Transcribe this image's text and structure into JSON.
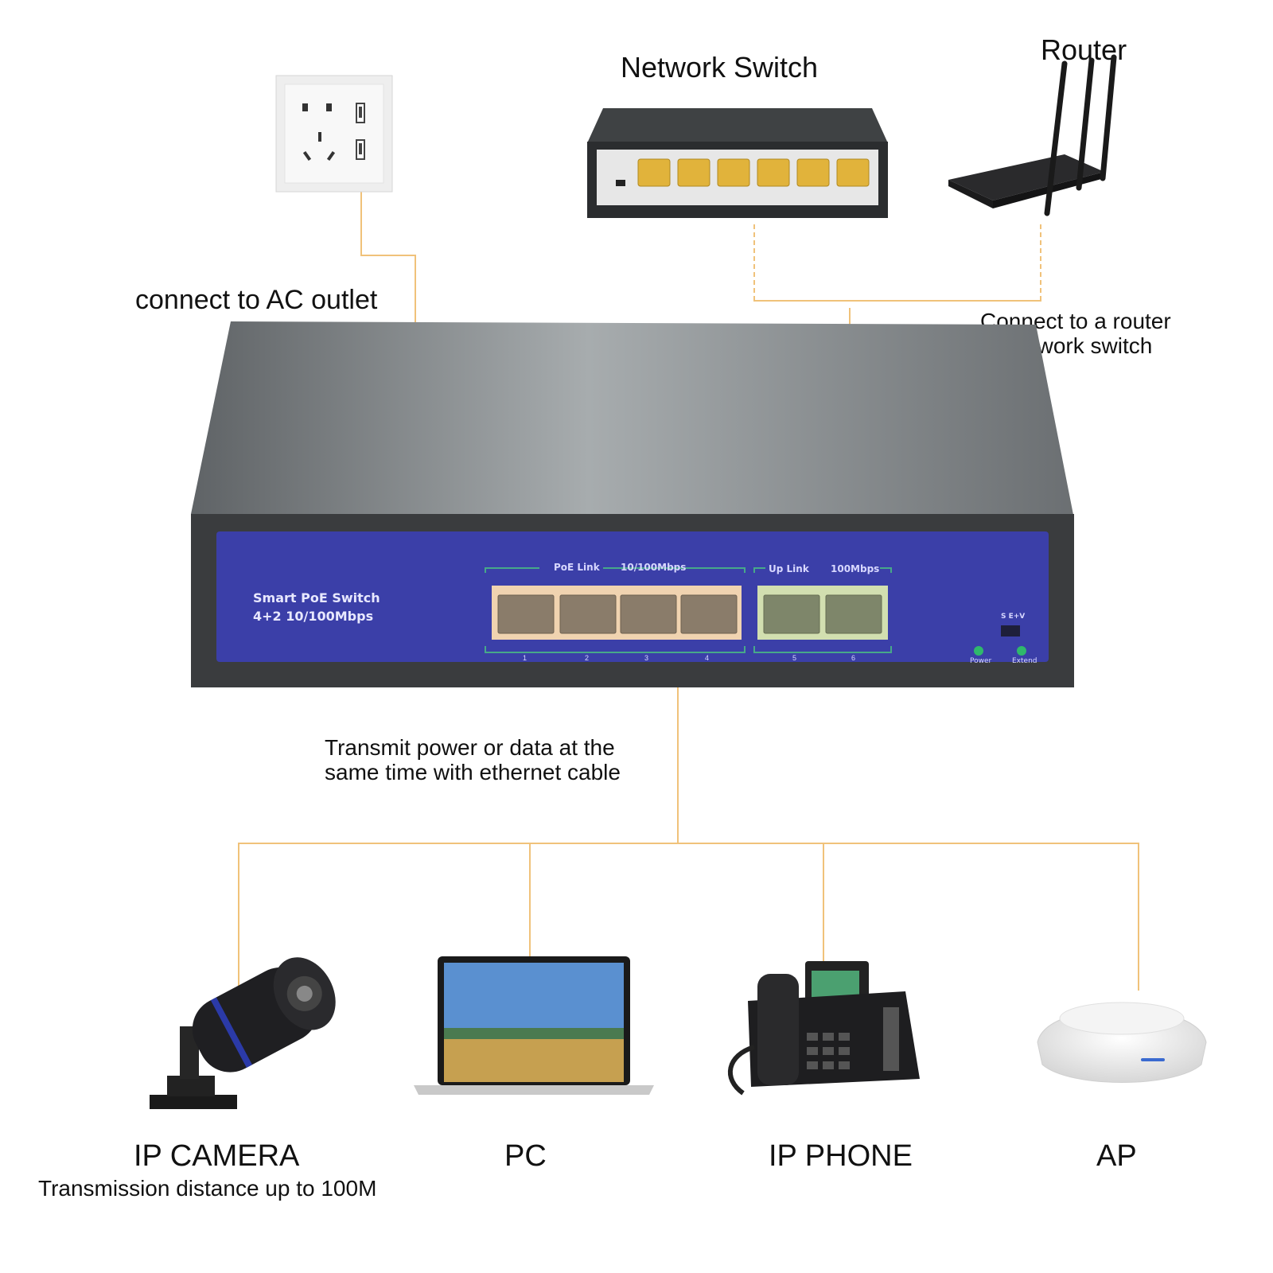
{
  "labels": {
    "network_switch": "Network Switch",
    "router": "Router",
    "ac_outlet": "connect to AC outlet",
    "uplink_line1": "Connect to a router",
    "uplink_line2": "or network switch",
    "transmit_line1": "Transmit power or data at the",
    "transmit_line2": "same time with ethernet cable"
  },
  "switch": {
    "model_line1": "Smart PoE Switch",
    "model_line2": "4+2 10/100Mbps",
    "poe_group_label": "PoE Link",
    "poe_group_speed": "10/100Mbps",
    "uplink_group_label": "Up Link",
    "uplink_group_speed": "100Mbps",
    "mode_label": "S  E+V",
    "power_led_label": "Power",
    "extend_led_label": "Extend",
    "ports": [
      "1",
      "2",
      "3",
      "4",
      "5",
      "6"
    ],
    "panel_color": "#3b3fa8"
  },
  "devices": [
    {
      "name": "IP CAMERA",
      "note": "Transmission distance up to 100M"
    },
    {
      "name": "PC"
    },
    {
      "name": "IP PHONE"
    },
    {
      "name": "AP"
    }
  ],
  "colors": {
    "wire": "#f0c27a",
    "casing": "#6e7275",
    "panel": "#3b3fa8"
  }
}
